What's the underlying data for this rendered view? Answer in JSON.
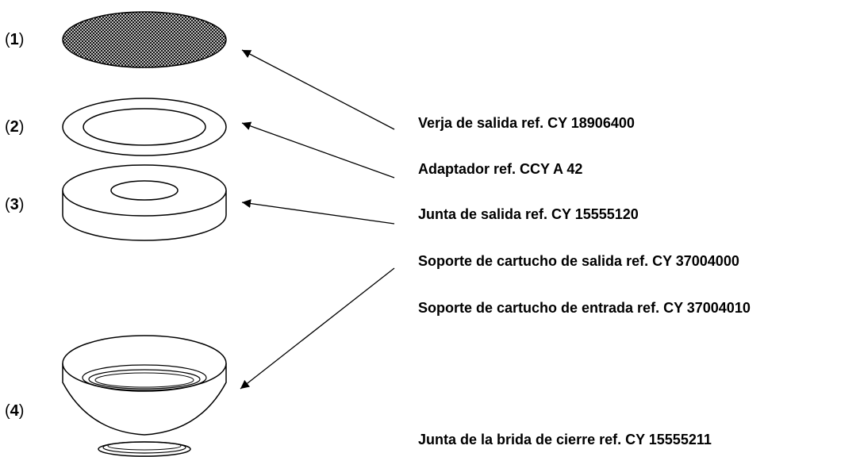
{
  "parts": [
    {
      "number": "1"
    },
    {
      "number": "2"
    },
    {
      "number": "3"
    },
    {
      "number": "4"
    }
  ],
  "labels": [
    "Verja de salida ref. CY 18906400",
    "Adaptador ref. CCY A 42",
    "Junta de salida ref. CY 15555120",
    "Soporte de cartucho de salida ref. CY 37004000",
    "Soporte de cartucho de entrada ref. CY 37004010",
    "Junta de la brida de cierre ref. CY 15555211"
  ],
  "colors": {
    "ink": "#000000",
    "background": "#ffffff"
  }
}
